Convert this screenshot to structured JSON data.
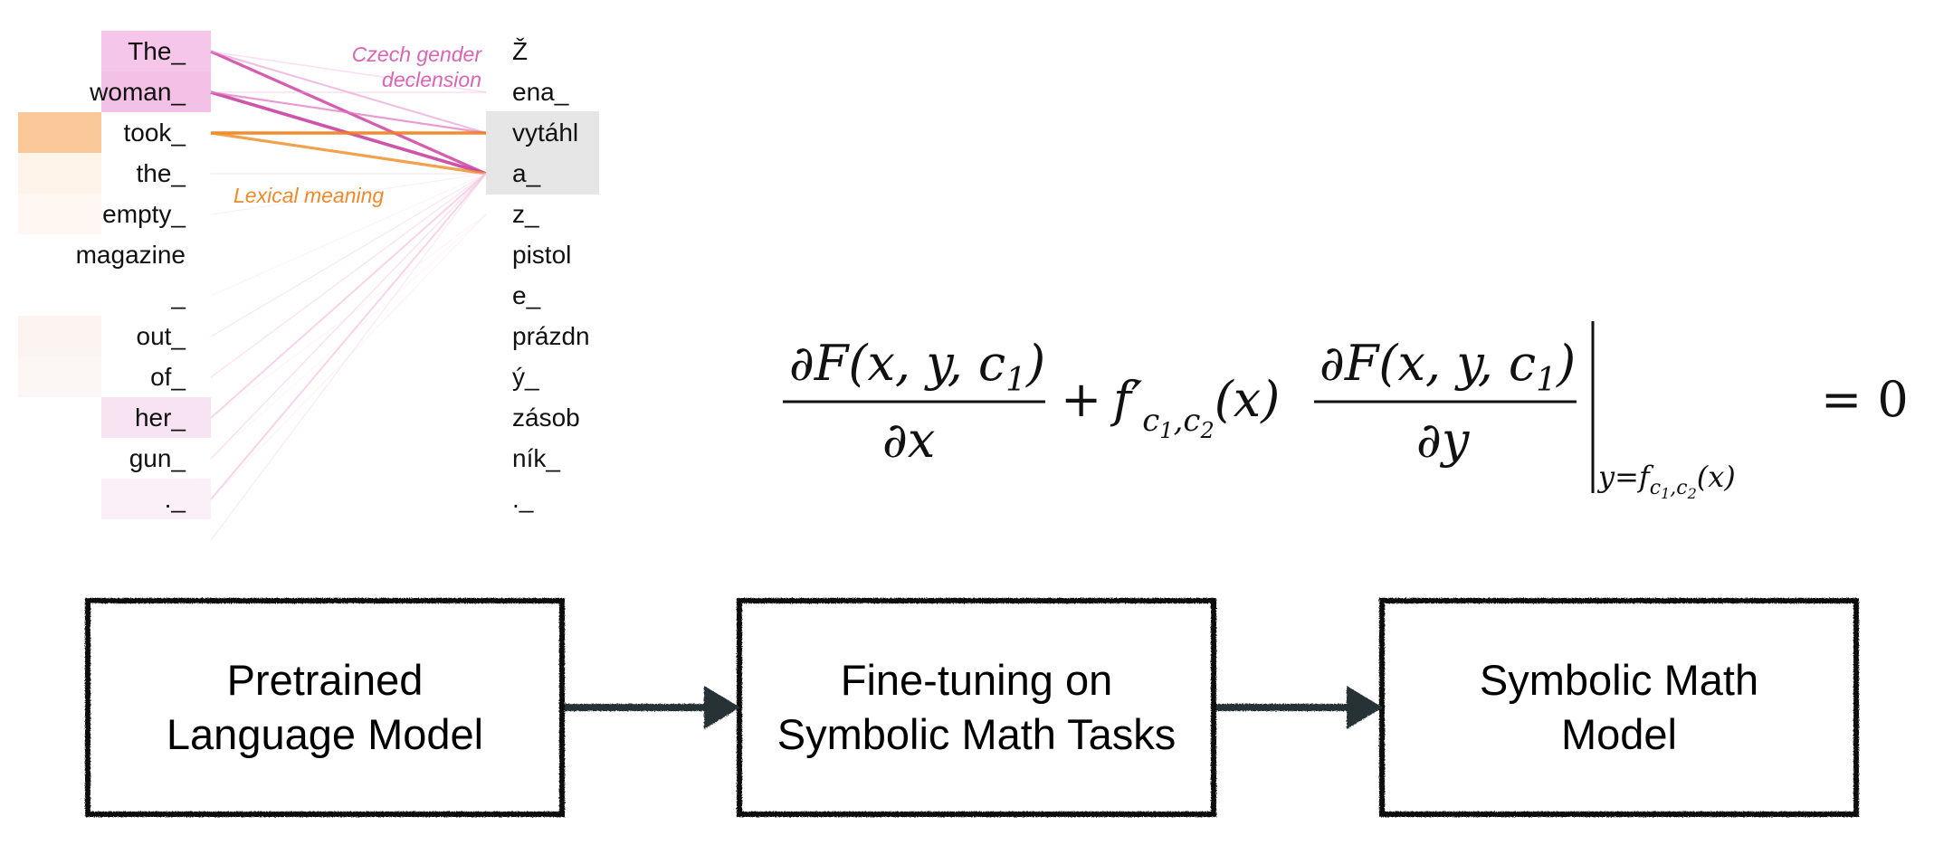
{
  "attention": {
    "source_tokens": [
      "The_",
      "woman_",
      "took_",
      "the_",
      "empty_",
      "magazine",
      "_",
      "out_",
      "of_",
      "her_",
      "gun_",
      "._"
    ],
    "target_tokens": [
      "Ž",
      "ena_",
      "vytáhl",
      "a_",
      "z_",
      "pistol",
      "e_",
      "prázdn",
      "ý_",
      "zásob",
      "ník_",
      "._"
    ],
    "annotations": {
      "gender": [
        "Czech gender",
        "declension"
      ],
      "lexical": "Lexical meaning"
    },
    "colors": {
      "gender": "#e070b8",
      "lexical": "#f08a24",
      "highlight": "#e8e8e8"
    }
  },
  "equation": {
    "display": "∂F(x,y,c₁)/∂x + f′_{c₁,c₂}(x) · ∂F(x,y,c₁)/∂y |_{y=f_{c₁,c₂}(x)} = 0",
    "num1": "∂F(x, y, c",
    "den1": "∂x",
    "plus": "+",
    "fprime": "f′",
    "fprime_sub": "c",
    "num2": "∂F(x, y, c",
    "den2": "∂y",
    "eval_sub": "y=f",
    "equals": "= 0",
    "sub_one": "1",
    "sub_two": "2",
    "comma": ",",
    "x_arg": "(x)",
    "close_paren": ")"
  },
  "pipeline": {
    "steps": [
      [
        "Pretrained",
        "Language Model"
      ],
      [
        "Fine-tuning on",
        "Symbolic Math Tasks"
      ],
      [
        "Symbolic Math",
        "Model"
      ]
    ]
  }
}
